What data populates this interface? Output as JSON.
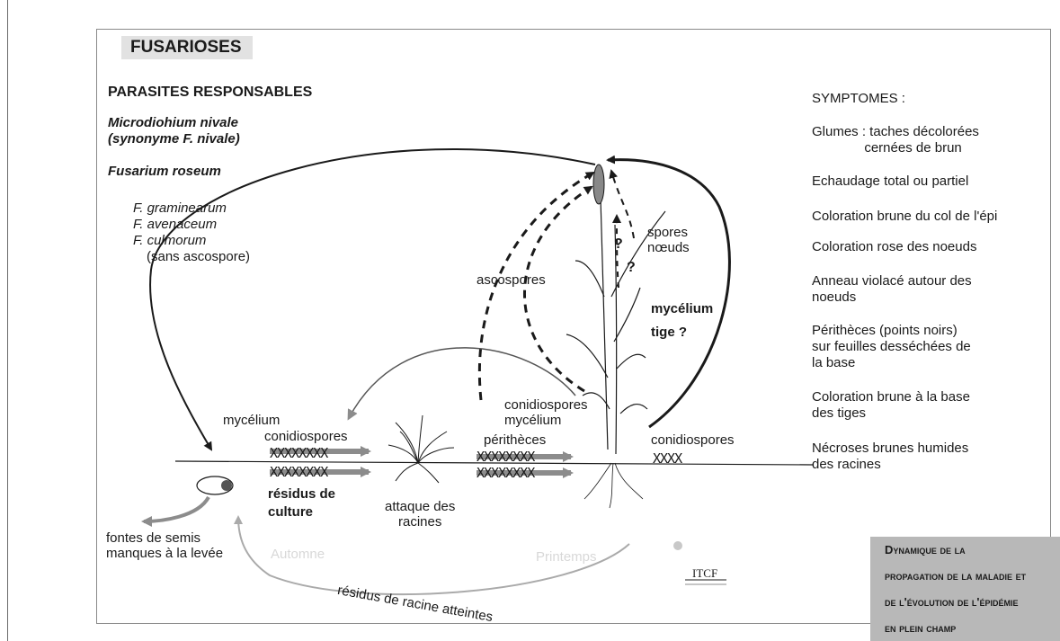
{
  "title": "FUSARIOSES",
  "parasites": {
    "heading": "PARASITES RESPONSABLES",
    "species_1": "Microdiohium nivale\n(synonyme F. nivale)",
    "species_2": "Fusarium roseum",
    "sub_1": "F. graminearum",
    "sub_2": "F. avenaceum",
    "sub_3": "F. culmorum",
    "sub_note": "(sans ascospore)"
  },
  "symptoms": {
    "heading": "SYMPTOMES :",
    "items": [
      "Glumes : taches décolorées\n              cernées de brun",
      "Echaudage total ou partiel",
      "Coloration brune du col de l'épi",
      "Coloration rose des noeuds",
      "Anneau violacé autour des\nnoeuds",
      "Périthèces (points noirs)\nsur feuilles desséchées de\nla base",
      "Coloration brune à la base\ndes tiges",
      "Nécroses brunes humides\ndes racines"
    ]
  },
  "diagram": {
    "ascospores": "ascospores",
    "spores_noeuds": "spores\nnœuds",
    "question_1": "?",
    "question_2": "?",
    "mycelium_tige": "mycélium\ntige ?",
    "conidiospores_mycelium": "conidiospores\nmycélium",
    "mycelium_left": "mycélium",
    "conidiospores_left": "conidiospores",
    "perithecia": "périthèces",
    "conidiospores_right": "conidiospores",
    "x_row_1": "XXXXXXXX",
    "x_row_2": "XXXXXXXX",
    "x_row_3": "XXXXXXXX",
    "x_row_4": "XXXXXXXX",
    "x_row_5": "XXXX",
    "crop_residue": "résidus de\nculture",
    "root_attack": "attaque des\nracines",
    "seedling_loss": "fontes de semis\nmanques à la levée",
    "season_autumn": "Automne",
    "season_spring": "Printemps",
    "root_residue": "résidus de racine atteintes",
    "logo": "ITCF"
  },
  "caption": {
    "line_1": "Dynamique de la",
    "line_2": "propagation de la maladie et",
    "line_3": "de l'évolution de l'épidémie",
    "line_4": "en plein champ"
  },
  "colors": {
    "ink": "#1a1a1a",
    "arrow_fill": "#8c8c8c",
    "caption_bg": "#b8b8b8"
  }
}
